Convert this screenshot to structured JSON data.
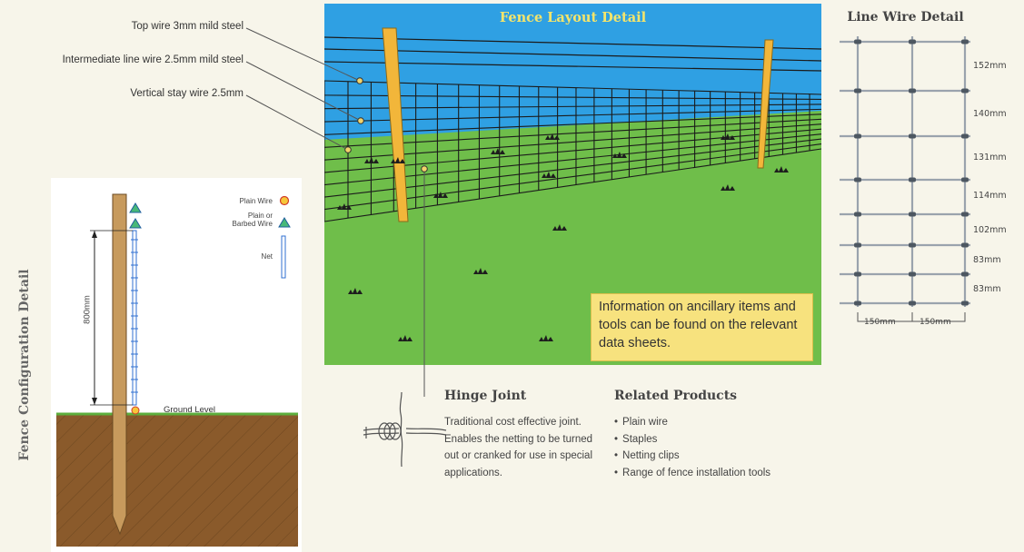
{
  "callouts": {
    "top_wire": "Top wire 3mm mild steel",
    "intermediate_wire": "Intermediate line wire 2.5mm mild steel",
    "stay_wire": "Vertical stay wire 2.5mm"
  },
  "fence_layout": {
    "title": "Fence Layout Detail",
    "info_text": "Information on ancillary items and tools can be found on the relevant data sheets."
  },
  "fence_config": {
    "title": "Fence Configuration Detail",
    "legend": {
      "plain_wire": "Plain Wire",
      "plain_or_barbed_line1": "Plain or",
      "plain_or_barbed_line2": "Barbed Wire",
      "net": "Net"
    },
    "height_label": "800mm",
    "ground_label": "Ground Level"
  },
  "line_wire": {
    "title": "Line Wire Detail",
    "spacings": [
      "152mm",
      "140mm",
      "131mm",
      "114mm",
      "102mm",
      "83mm",
      "83mm"
    ],
    "widths": [
      "150mm",
      "150mm"
    ]
  },
  "hinge_joint": {
    "title": "Hinge Joint",
    "lines": [
      "Traditional cost effective joint.",
      "Enables the netting to be turned",
      "out or cranked for use in special",
      "applications."
    ]
  },
  "related_products": {
    "title": "Related Products",
    "items": [
      "Plain wire",
      "Staples",
      "Netting clips",
      "Range of fence installation tools"
    ]
  },
  "colors": {
    "sky": "#2fa0e3",
    "grass": "#6fbe4a",
    "post": "#f2b63a",
    "info_box": "#f7e27e",
    "soil": "#8a5a2b",
    "title_yellow": "#f5e56b"
  }
}
